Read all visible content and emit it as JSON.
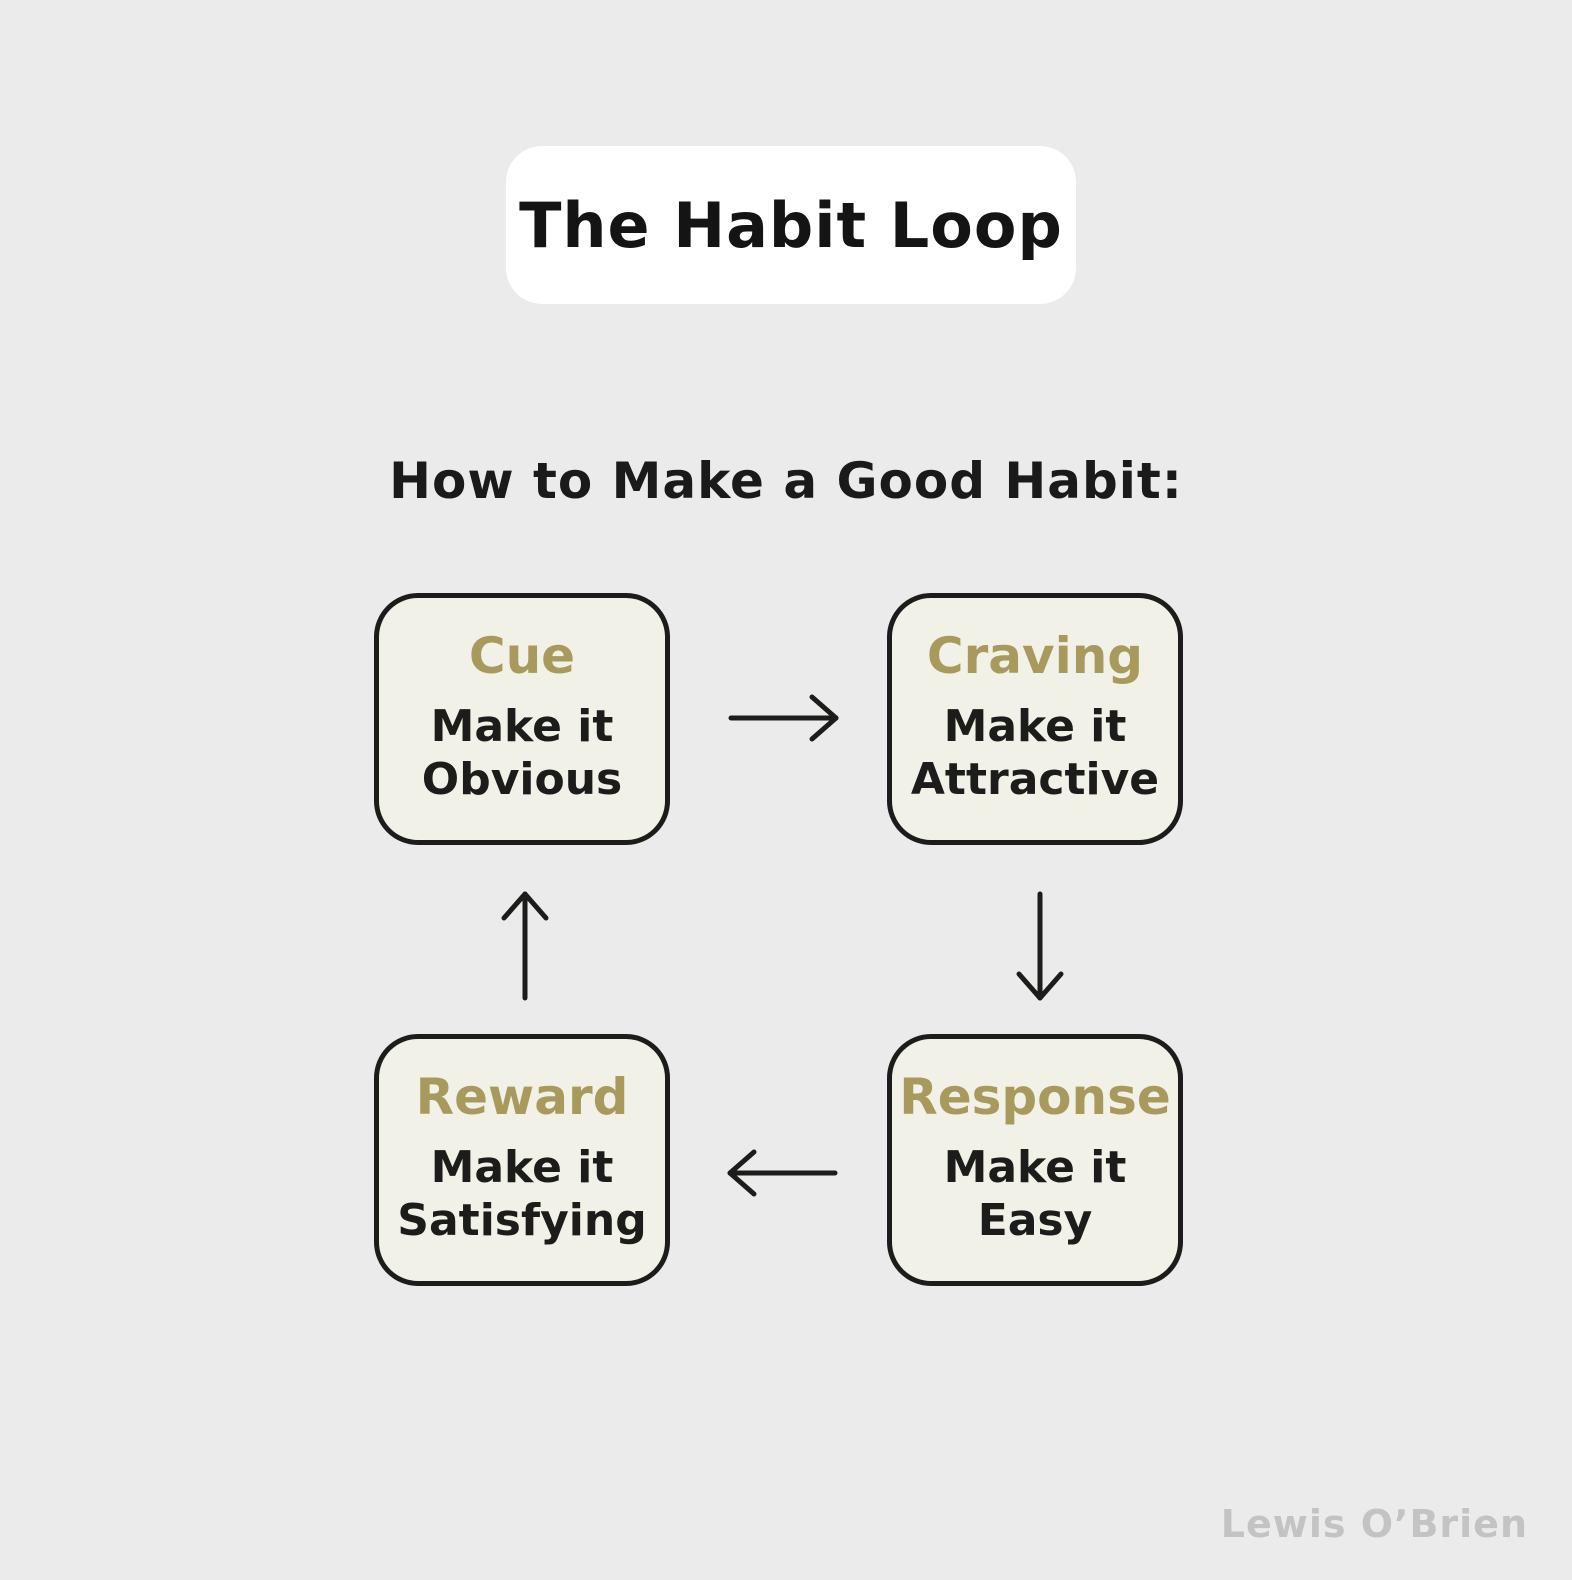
{
  "title": "The Habit Loop",
  "subtitle": "How to Make a Good Habit:",
  "steps": {
    "cue": {
      "name": "Cue",
      "line1": "Make it",
      "line2": "Obvious"
    },
    "craving": {
      "name": "Craving",
      "line1": "Make it",
      "line2": "Attractive"
    },
    "response": {
      "name": "Response",
      "line1": "Make it",
      "line2": "Easy"
    },
    "reward": {
      "name": "Reward",
      "line1": "Make it",
      "line2": "Satisfying"
    }
  },
  "watermark": "Lewis O’Brien",
  "colors": {
    "background": "#ebebeb",
    "box_fill": "#f1f1e8",
    "step_name": "#a89a5c",
    "ink": "#1c1c1a"
  }
}
